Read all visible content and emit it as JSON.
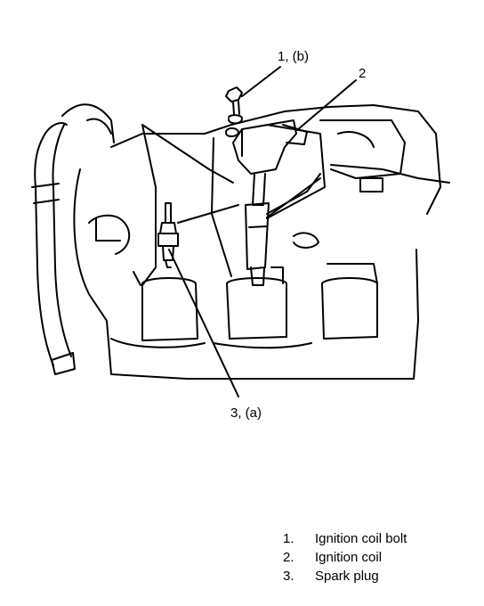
{
  "callouts": {
    "c1": "1, (b)",
    "c2": "2",
    "c3": "3, (a)"
  },
  "legend": [
    {
      "num": "1.",
      "label": "Ignition coil bolt"
    },
    {
      "num": "2.",
      "label": "Ignition coil"
    },
    {
      "num": "3.",
      "label": "Spark plug"
    }
  ]
}
